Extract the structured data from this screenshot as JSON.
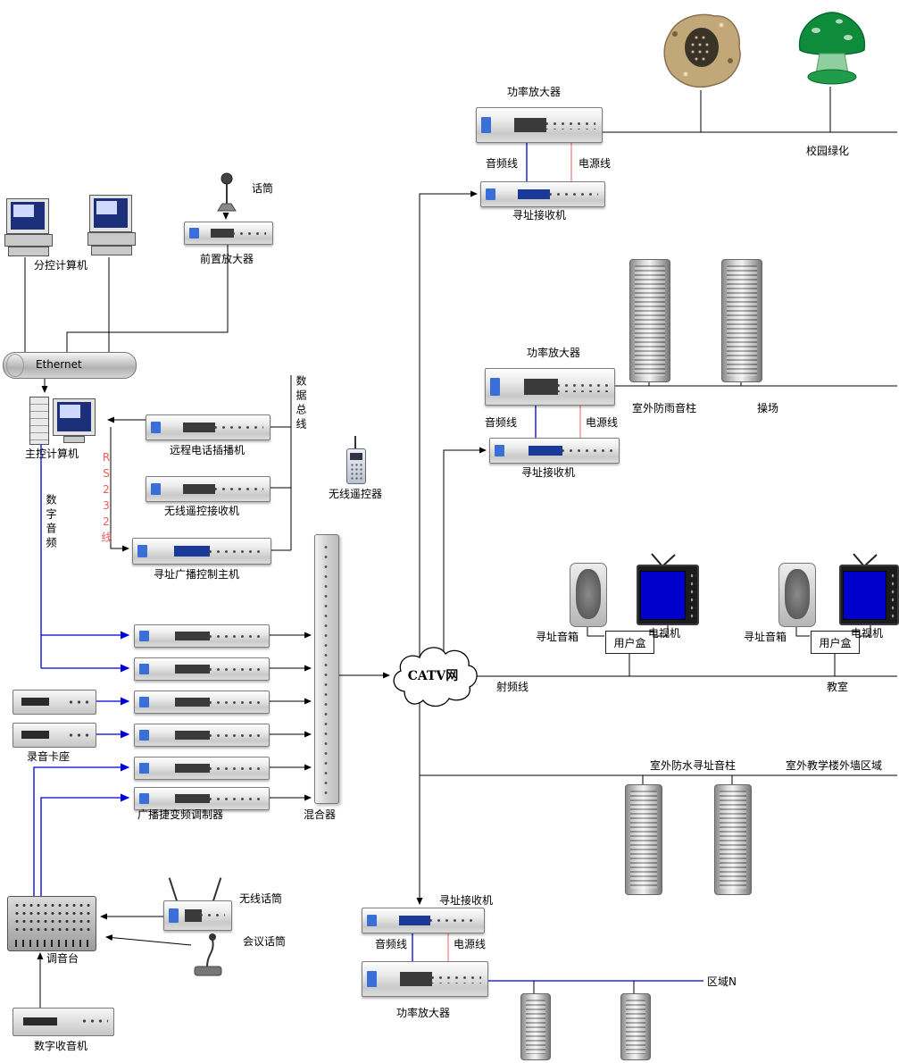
{
  "labels": {
    "sub_computer": "分控计算机",
    "microphone": "话筒",
    "preamp": "前置放大器",
    "ethernet": "Ethernet",
    "main_computer": "主控计算机",
    "rs232_line": "RS232线",
    "digital_audio": "数字音频",
    "data_bus": "数据总线",
    "remote_phone_player": "远程电话插播机",
    "wireless_rc_receiver": "无线遥控接收机",
    "addressable_host": "寻址广播控制主机",
    "wireless_remote": "无线遥控器",
    "tape_deck": "录音卡座",
    "modulators": "广播捷变频调制器",
    "mixer": "混合器",
    "catv_net": "CATV网",
    "rf_line": "射频线",
    "power_amp_top": "功率放大器",
    "audio_line_top": "音频线",
    "power_line_top": "电源线",
    "receiver_top": "寻址接收机",
    "campus_greening": "校园绿化",
    "power_amp_mid": "功率放大器",
    "audio_line_mid": "音频线",
    "power_line_mid": "电源线",
    "receiver_mid": "寻址接收机",
    "outdoor_rainproof_column": "室外防雨音柱",
    "playground": "操场",
    "addr_speaker_1": "寻址音箱",
    "tv_1": "电视机",
    "user_box_1": "用户盒",
    "addr_speaker_2": "寻址音箱",
    "tv_2": "电视机",
    "user_box_2": "用户盒",
    "classroom": "教室",
    "waterproof_addr_column": "室外防水寻址音柱",
    "teaching_wall_area": "室外教学楼外墙区域",
    "receiver_bottom": "寻址接收机",
    "audio_line_bottom": "音频线",
    "power_line_bottom": "电源线",
    "power_amp_bottom": "功率放大器",
    "area_n": "区域N",
    "mixing_console": "调音台",
    "wireless_mic": "无线话筒",
    "conference_mic": "会议话筒",
    "digital_radio": "数字收音机"
  },
  "colors": {
    "line_black": "#000000",
    "line_blue": "#0000d8",
    "line_red": "#f08888",
    "rs232_text": "#f05858",
    "tv_screen": "#0000cc"
  }
}
